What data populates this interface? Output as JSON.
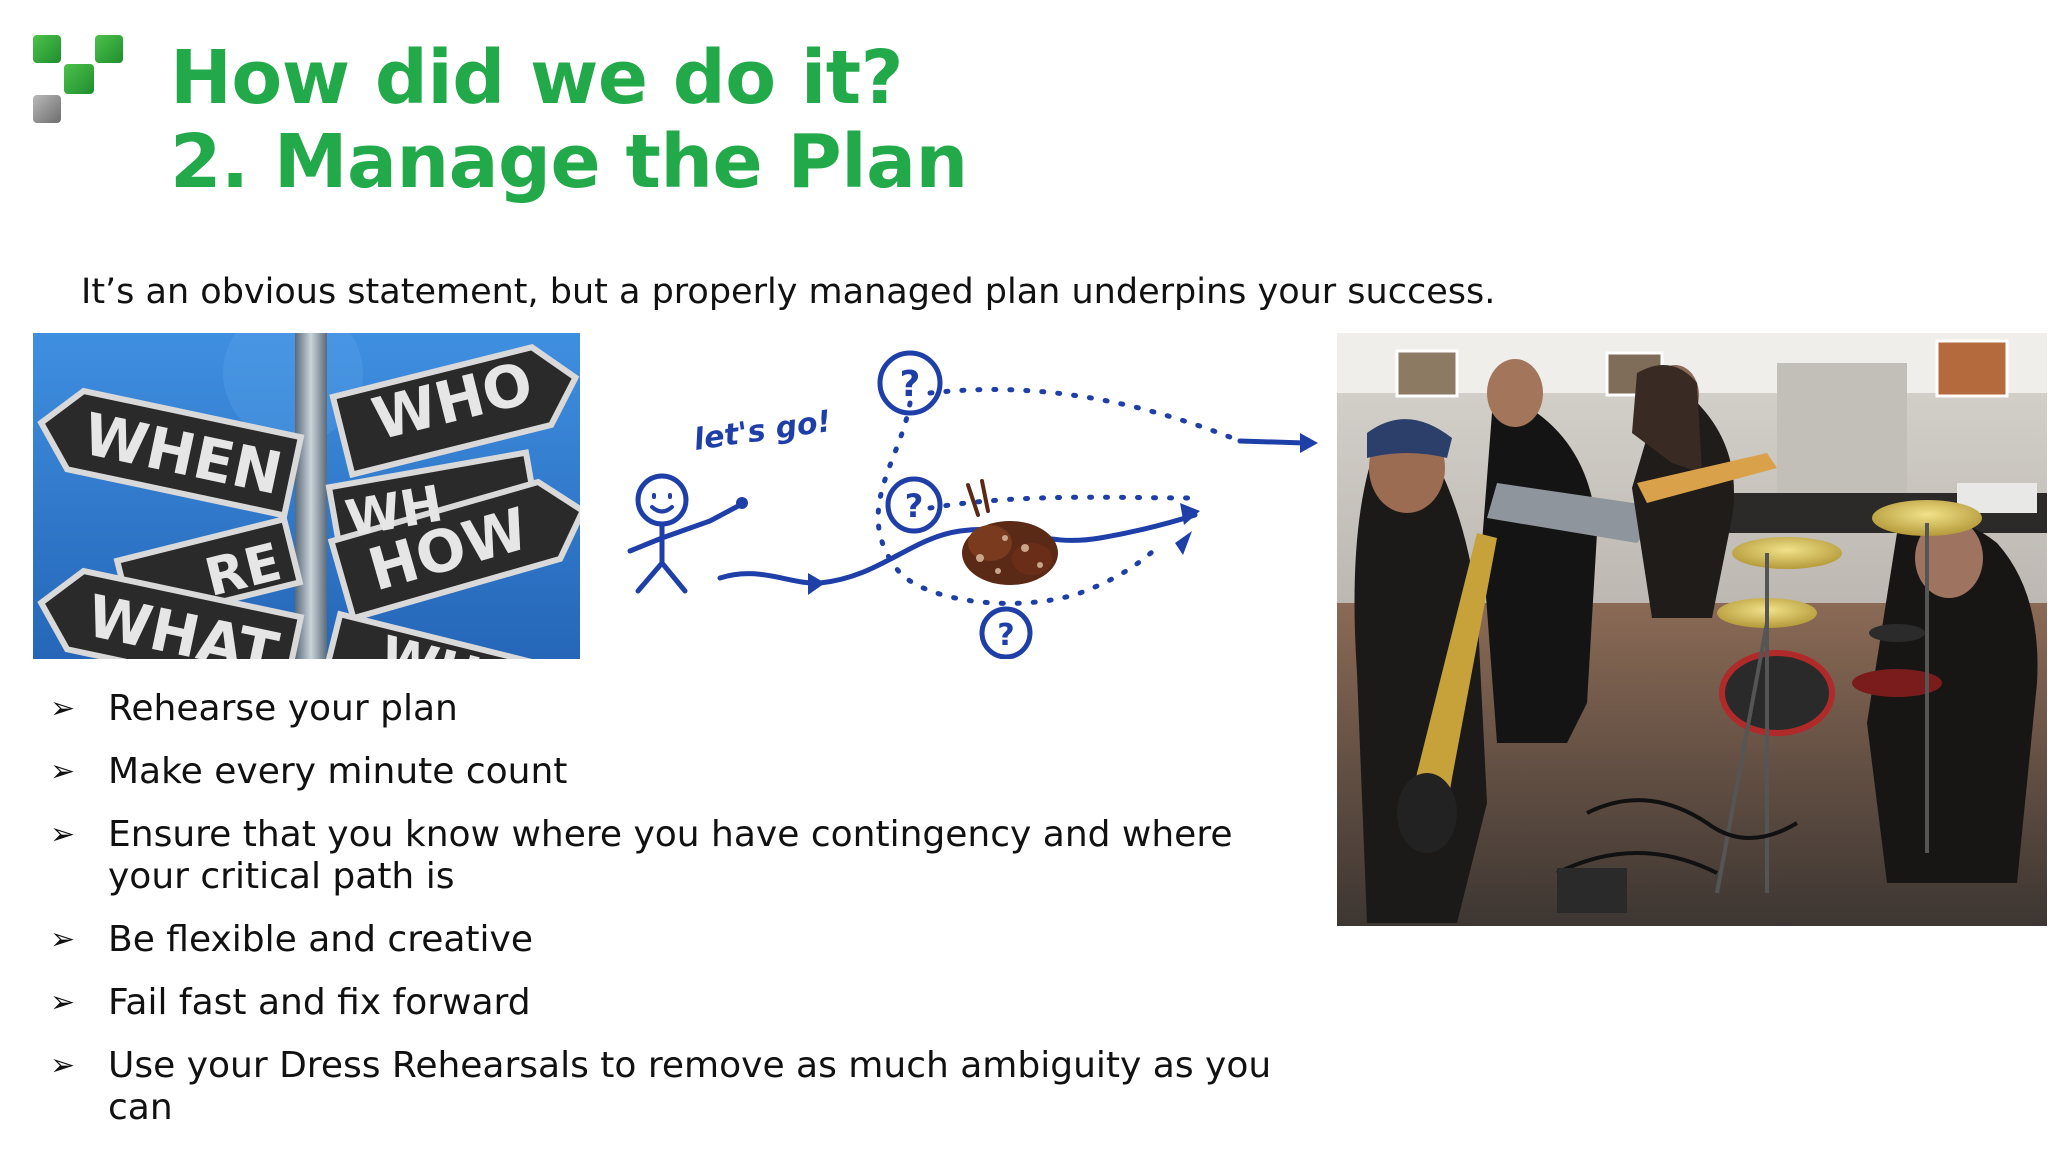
{
  "slide": {
    "title_line1": "How did we do it?",
    "title_line2": "2. Manage the Plan",
    "intro": "It’s an obvious statement, but a properly managed plan underpins your success.",
    "signpost_words": [
      "WHO",
      "WHEN",
      "HOW",
      "WHAT",
      "WH",
      "RE",
      "WH"
    ],
    "sketch_text": "let's go!",
    "bullet_marker": "➢",
    "bullets": [
      "Rehearse your plan",
      "Make every minute count",
      "Ensure that you know where you have contingency and where your critical path is",
      "Be flexible and creative",
      "Fail fast and fix forward",
      "Use your Dress Rehearsals to remove as much ambiguity as you can"
    ]
  },
  "colors": {
    "accent_green": "#22a94a",
    "sketch_blue": "#1f3fa8",
    "sky_blue": "#2f79c9"
  }
}
